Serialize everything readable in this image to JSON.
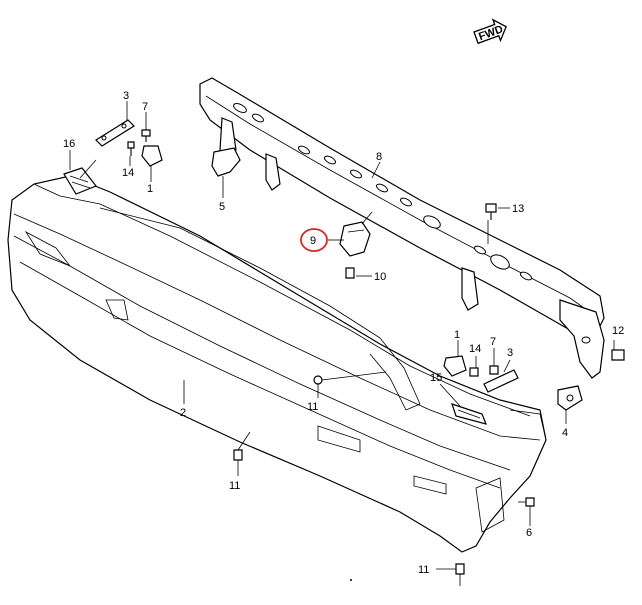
{
  "diagram": {
    "direction_badge": "FWD",
    "highlight_color": "#d62828",
    "callouts": {
      "c1a": "1",
      "c1b": "1",
      "c2": "2",
      "c3a": "3",
      "c3b": "3",
      "c4": "4",
      "c5": "5",
      "c6": "6",
      "c7a": "7",
      "c7b": "7",
      "c8": "8",
      "c9": "9",
      "c10": "10",
      "c11a": "11",
      "c11b": "11",
      "c11c": "11",
      "c12": "12",
      "c13": "13",
      "c14a": "14",
      "c14b": "14",
      "c15": "15",
      "c16": "16"
    }
  }
}
